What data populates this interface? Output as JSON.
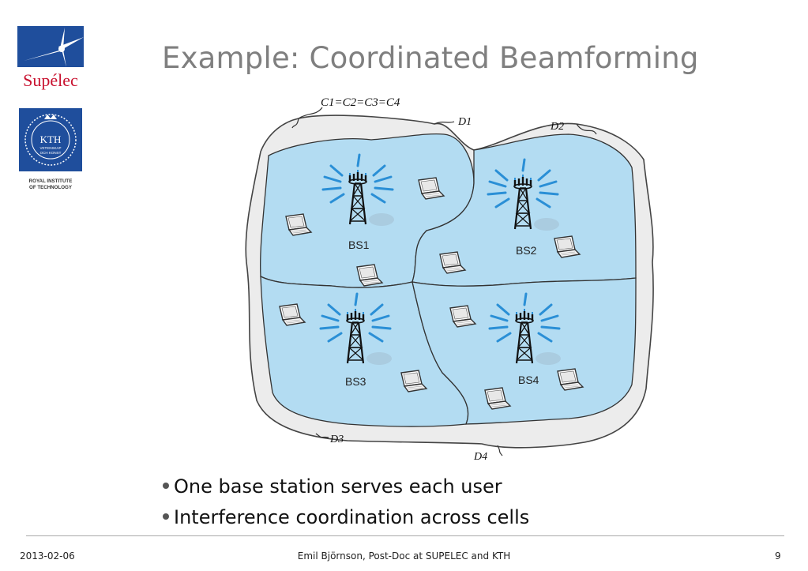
{
  "slide": {
    "title": "Example: Coordinated Beamforming",
    "bullets": [
      "One base station serves each user",
      "Interference coordination across cells"
    ]
  },
  "logos": {
    "supelec_text": "Supélec",
    "kth_seal_text": [
      "KTH",
      "VETENSKAP",
      "OCH KONST"
    ],
    "kth_caption": [
      "ROYAL INSTITUTE",
      "OF TECHNOLOGY"
    ]
  },
  "diagram": {
    "labels": {
      "cluster": "C1=C2=C3=C4",
      "d1": "D1",
      "d2": "D2",
      "d3": "D3",
      "d4": "D4"
    },
    "base_stations": [
      "BS1",
      "BS2",
      "BS3",
      "BS4"
    ]
  },
  "footer": {
    "date": "2013-02-06",
    "author": "Emil Björnson, Post-Doc at SUPELEC and KTH",
    "page": "9"
  },
  "colors": {
    "title": "#7f7f7f",
    "cell_fill": "#b3dcf2",
    "outer_fill": "#ececec",
    "logo_blue": "#1f4e9c",
    "supelec_red": "#c8102e",
    "beam_blue": "#2a8fd6"
  }
}
